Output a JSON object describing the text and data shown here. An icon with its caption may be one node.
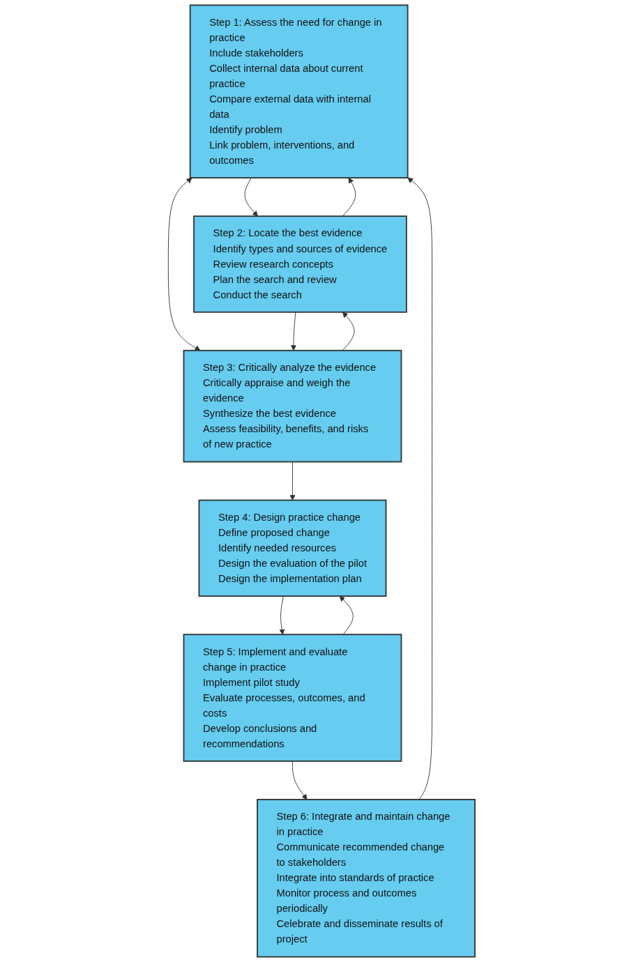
{
  "diagram": {
    "nodes": [
      {
        "text": [
          "Step 1: Assess the need for change in practice",
          "Include stakeholders",
          "Collect internal data about current practice",
          "Compare external data with internal data",
          "Identify problem",
          "Link problem, interventions, and outcomes"
        ]
      },
      {
        "text": [
          "Step 2: Locate the best evidence",
          "Identify types and sources of evidence",
          "Review research concepts",
          "Plan the search and review",
          "Conduct the search"
        ]
      },
      {
        "text": [
          "Step 6: Integrate and maintain change in practice",
          "Communicate recommended change to stakeholders",
          "Integrate into standards of practice",
          "Monitor process and outcomes periodically",
          "Celebrate and disseminate results of project"
        ]
      },
      {
        "text": [
          "Step 3: Critically analyze the evidence",
          "Critically appraise and weigh the evidence",
          "Synthesize the best evidence",
          "Assess feasibility, benefits, and risks of new practice"
        ]
      },
      {
        "text": [
          "Step 5: Implement and evaluate change in practice",
          "Implement pilot study",
          "Evaluate processes, outcomes, and costs",
          "Develop conclusions and recommendations"
        ]
      },
      {
        "text": [
          "Step 4: Design practice change",
          "Define proposed change",
          "Identify needed resources",
          "Design the evaluation of the pilot",
          "Design the implementation plan"
        ]
      }
    ],
    "edges": [
      {
        "from": 0,
        "to": 1,
        "arrow": "to"
      },
      {
        "from": 1,
        "to": 0,
        "arrow": "to"
      },
      {
        "from": 0,
        "to": 3,
        "arrow": "both"
      },
      {
        "from": 3,
        "to": 1,
        "arrow": "to"
      },
      {
        "from": 1,
        "to": 3,
        "arrow": "to"
      },
      {
        "from": 3,
        "to": 5,
        "arrow": "to"
      },
      {
        "from": 4,
        "to": 5,
        "arrow": "to"
      },
      {
        "from": 5,
        "to": 4,
        "arrow": "to"
      },
      {
        "from": 4,
        "to": 2,
        "arrow": "to"
      },
      {
        "from": 2,
        "to": 0,
        "arrow": "to"
      }
    ]
  }
}
